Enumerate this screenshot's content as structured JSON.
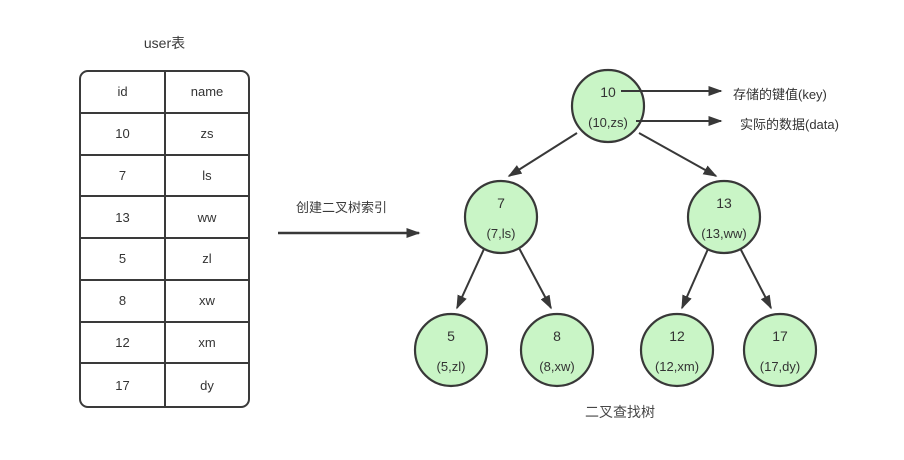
{
  "table": {
    "title": "user表",
    "headers": [
      "id",
      "name"
    ],
    "rows": [
      [
        "10",
        "zs"
      ],
      [
        "7",
        "ls"
      ],
      [
        "13",
        "ww"
      ],
      [
        "5",
        "zl"
      ],
      [
        "8",
        "xw"
      ],
      [
        "12",
        "xm"
      ],
      [
        "17",
        "dy"
      ]
    ]
  },
  "transform_arrow": {
    "label": "创建二叉树索引"
  },
  "tree": {
    "caption": "二叉查找树",
    "annotations": [
      {
        "text": "存储的键值(key)"
      },
      {
        "text": "实际的数据(data)"
      }
    ],
    "nodes": [
      {
        "key": "10",
        "data": "(10,zs)"
      },
      {
        "key": "7",
        "data": "(7,ls)"
      },
      {
        "key": "13",
        "data": "(13,ww)"
      },
      {
        "key": "5",
        "data": "(5,zl)"
      },
      {
        "key": "8",
        "data": "(8,xw)"
      },
      {
        "key": "12",
        "data": "(12,xm)"
      },
      {
        "key": "17",
        "data": "(17,dy)"
      }
    ],
    "edges": [
      [
        "10",
        "7"
      ],
      [
        "10",
        "13"
      ],
      [
        "7",
        "5"
      ],
      [
        "7",
        "8"
      ],
      [
        "13",
        "12"
      ],
      [
        "13",
        "17"
      ]
    ]
  },
  "colors": {
    "node_fill": "#c9f5c6",
    "stroke": "#383838",
    "background": "#ffffff"
  }
}
